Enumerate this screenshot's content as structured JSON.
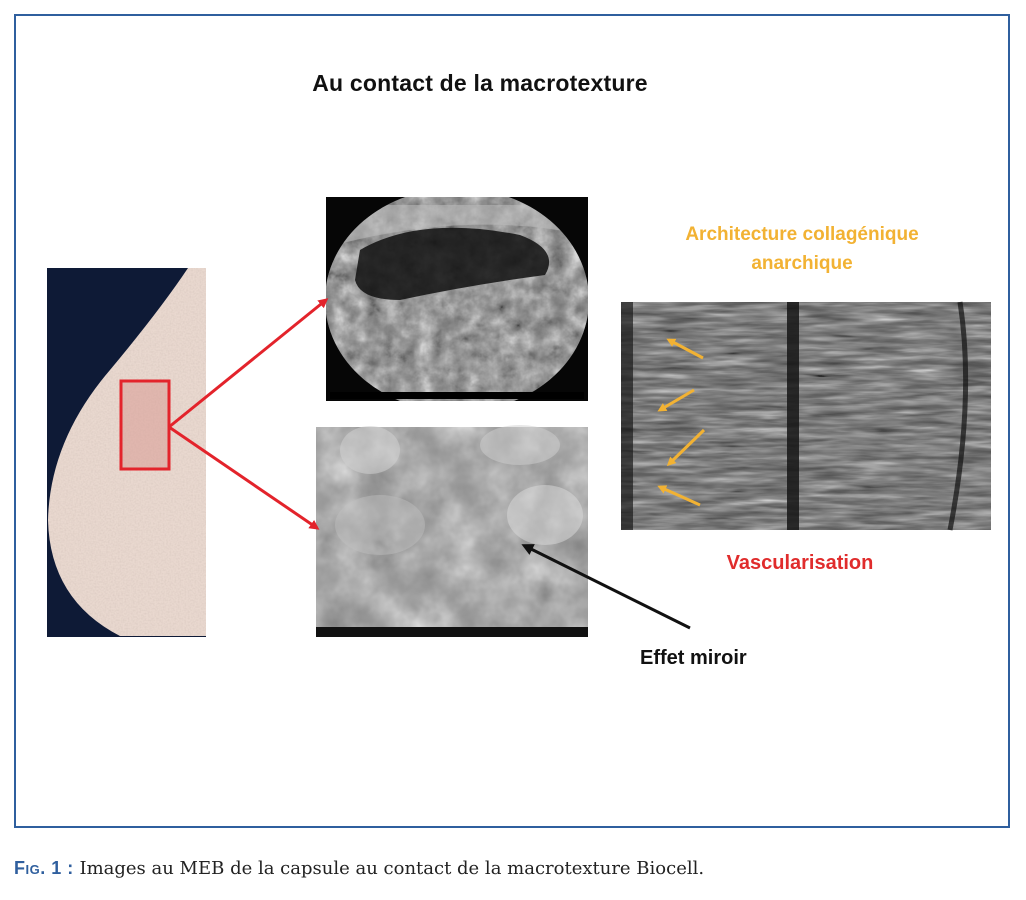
{
  "figure": {
    "title": "Au contact de la macrotexture",
    "label_orange_1": "Architecture collagénique",
    "label_orange_2": "anarchique",
    "label_red": "Vascularisation",
    "label_black": "Effet miroir",
    "colors": {
      "frame": "#2f5f9e",
      "orange": "#f2b233",
      "red": "#e02c2c",
      "arrow_red": "#e3232b",
      "arrow_yellow": "#f2b233"
    }
  },
  "caption": {
    "fig_label": "Fig. 1 :",
    "text": "Images au MEB de la capsule au contact de la macrotexture Biocell."
  }
}
